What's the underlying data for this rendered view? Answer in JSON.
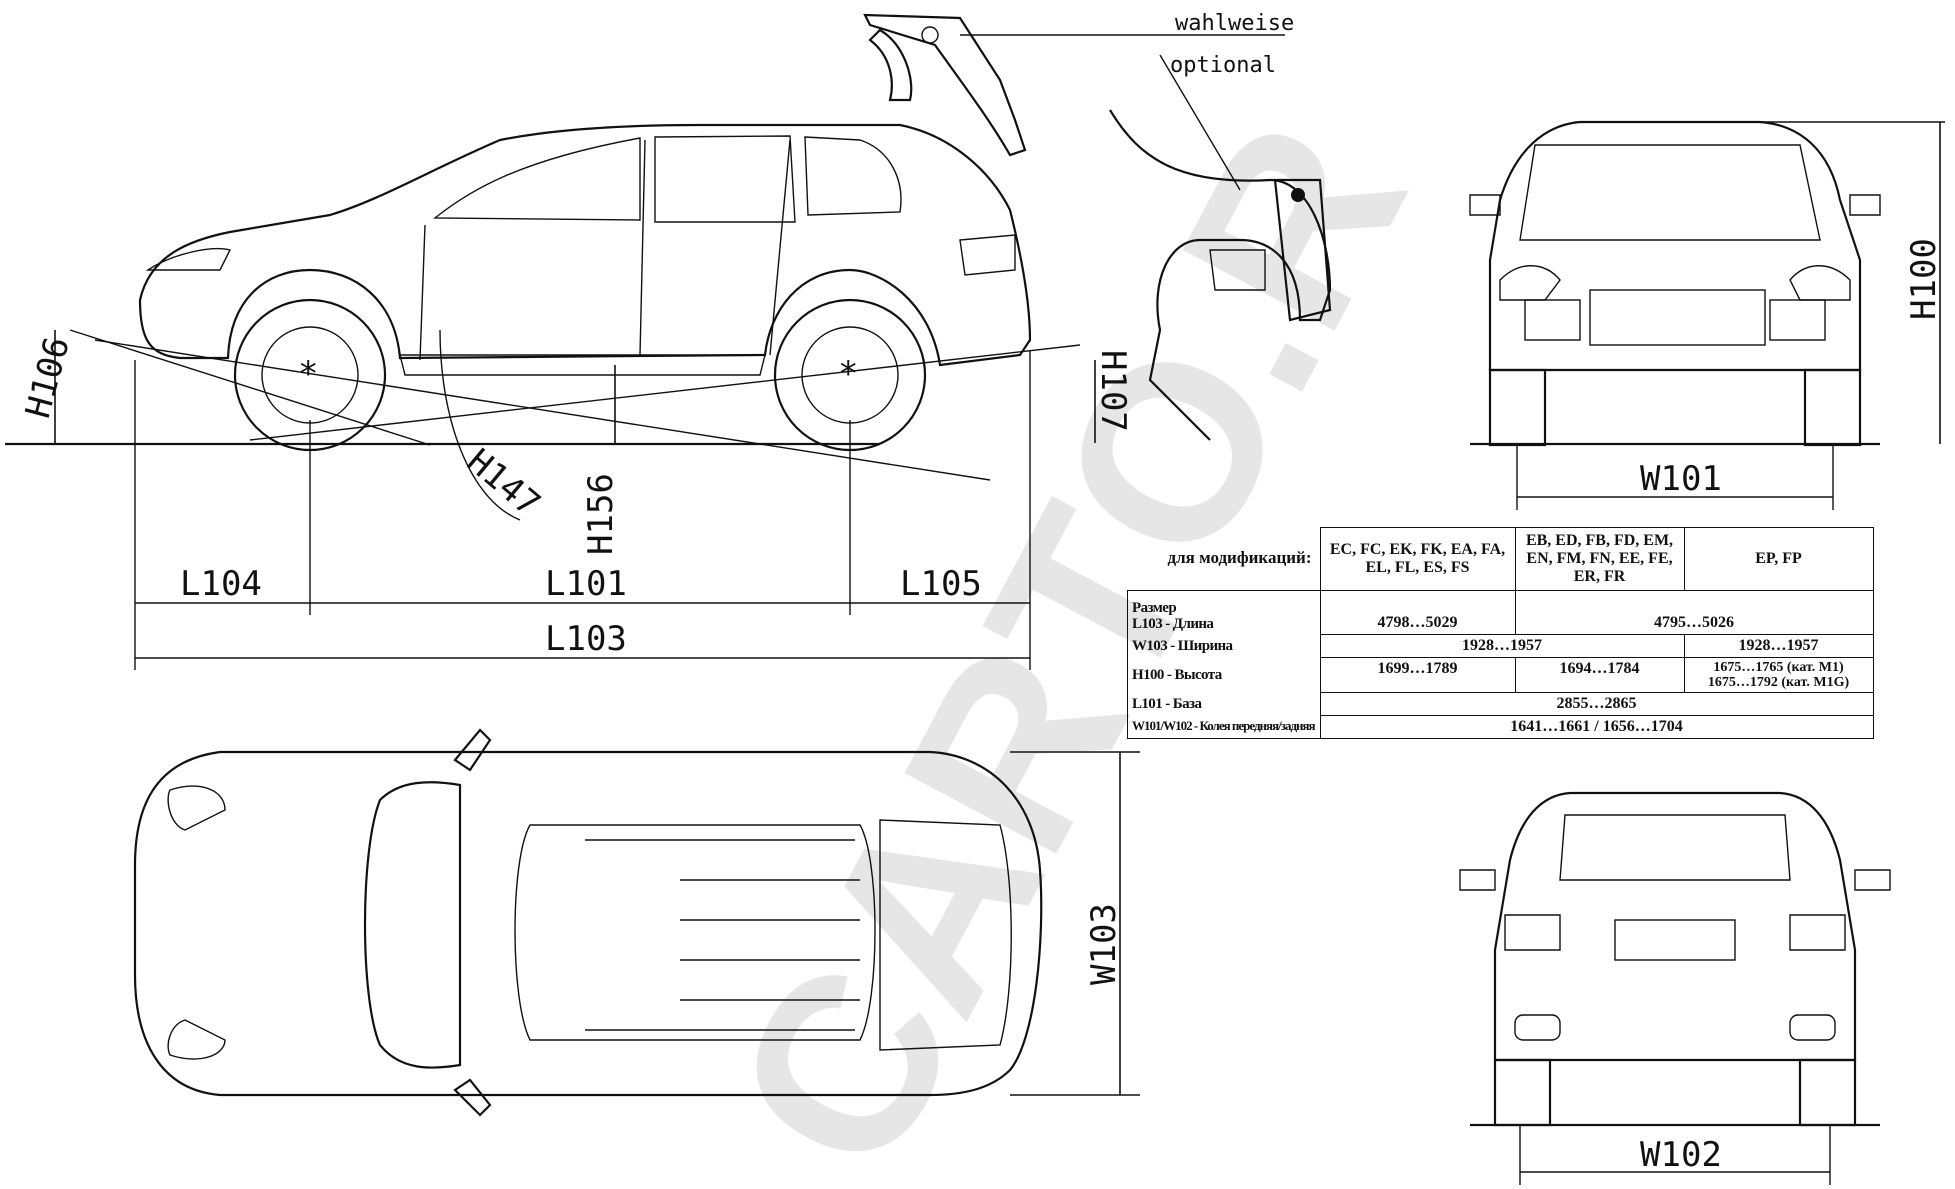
{
  "annotations": {
    "optional_de": "wahlweise",
    "optional_en": "optional"
  },
  "dimensions": {
    "H106": "H106",
    "H107": "H107",
    "H147": "H147",
    "H156": "H156",
    "H100": "H100",
    "L104": "L104",
    "L101": "L101",
    "L105": "L105",
    "L103": "L103",
    "W101": "W101",
    "W102": "W102",
    "W103": "W103"
  },
  "watermark": "CARTO.R",
  "spec_table": {
    "header_label": "для модификаций:",
    "columns": [
      "EC, FC, EK, FK, EA, FA, EL, FL, ES, FS",
      "EB, ED, FB, FD, EM, EN, FM, FN, EE, FE, ER, FR",
      "EP, FP"
    ],
    "rows": {
      "size_label": "Размер",
      "length_label": "L103 - Длина",
      "length_col1": "4798…5029",
      "length_col23": "4795…5026",
      "width_label": "W103 - Ширина",
      "width_col12": "1928…1957",
      "width_col3": "1928…1957",
      "height_label": "H100 - Высота",
      "height_col1": "1699…1789",
      "height_col2": "1694…1784",
      "height_col3_a": "1675…1765 (кат. M1)",
      "height_col3_b": "1675…1792 (кат. M1G)",
      "base_label": "L101 - База",
      "base_val": "2855…2865",
      "track_label": "W101/W102 - Колея передняя/задняя",
      "track_val": "1641…1661 / 1656…1704"
    }
  }
}
